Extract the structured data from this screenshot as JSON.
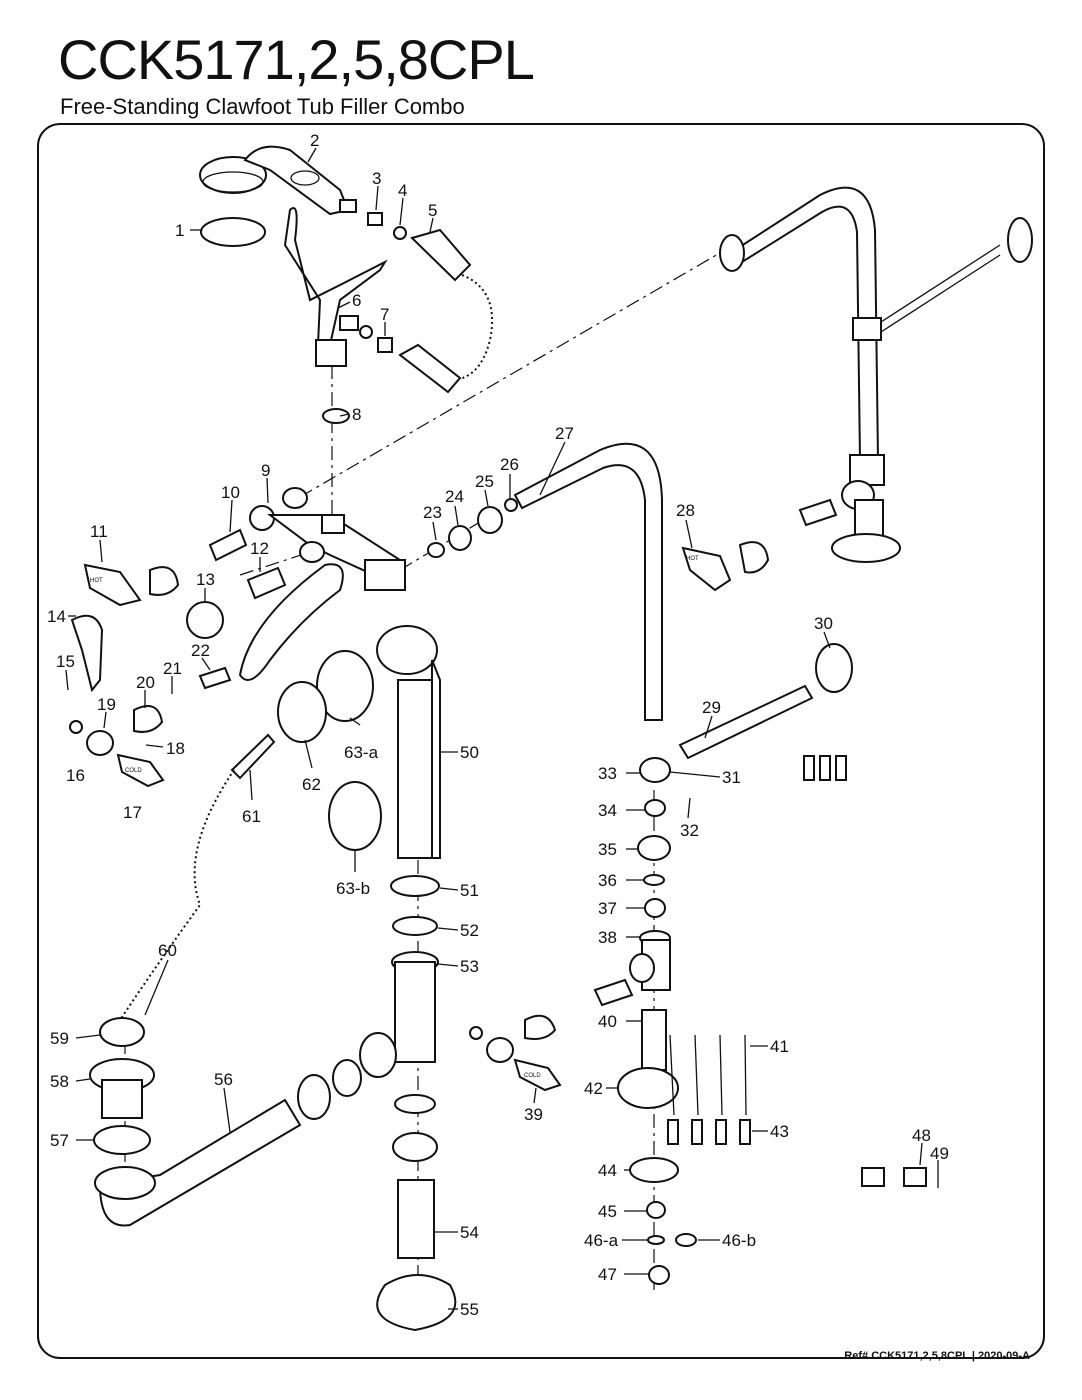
{
  "header": {
    "model": "CCK5171,2,5,8CPL",
    "subtitle": "Free-Standing Clawfoot Tub Filler Combo"
  },
  "footer": {
    "ref": "Ref# CCK5171,2,5,8CPL | 2020-09-A"
  },
  "handle_texts": {
    "hot": "HOT",
    "cold": "COLD"
  },
  "callouts": {
    "c1": "1",
    "c2": "2",
    "c3": "3",
    "c4": "4",
    "c5": "5",
    "c6": "6",
    "c7": "7",
    "c8": "8",
    "c9": "9",
    "c10": "10",
    "c11": "11",
    "c12": "12",
    "c13": "13",
    "c14": "14",
    "c15": "15",
    "c16": "16",
    "c17": "17",
    "c18": "18",
    "c19": "19",
    "c20": "20",
    "c21": "21",
    "c22": "22",
    "c23": "23",
    "c24": "24",
    "c25": "25",
    "c26": "26",
    "c27": "27",
    "c28": "28",
    "c29": "29",
    "c30": "30",
    "c31": "31",
    "c32": "32",
    "c33": "33",
    "c34": "34",
    "c35": "35",
    "c36": "36",
    "c37": "37",
    "c38": "38",
    "c39": "39",
    "c40": "40",
    "c41": "41",
    "c42": "42",
    "c43": "43",
    "c44": "44",
    "c45": "45",
    "c46a": "46-a",
    "c46b": "46-b",
    "c47": "47",
    "c48": "48",
    "c49": "49",
    "c50": "50",
    "c51": "51",
    "c52": "52",
    "c53": "53",
    "c54": "54",
    "c55": "55",
    "c56": "56",
    "c57": "57",
    "c58": "58",
    "c59": "59",
    "c60": "60",
    "c61": "61",
    "c62": "62",
    "c63a": "63-a",
    "c63b": "63-b"
  }
}
